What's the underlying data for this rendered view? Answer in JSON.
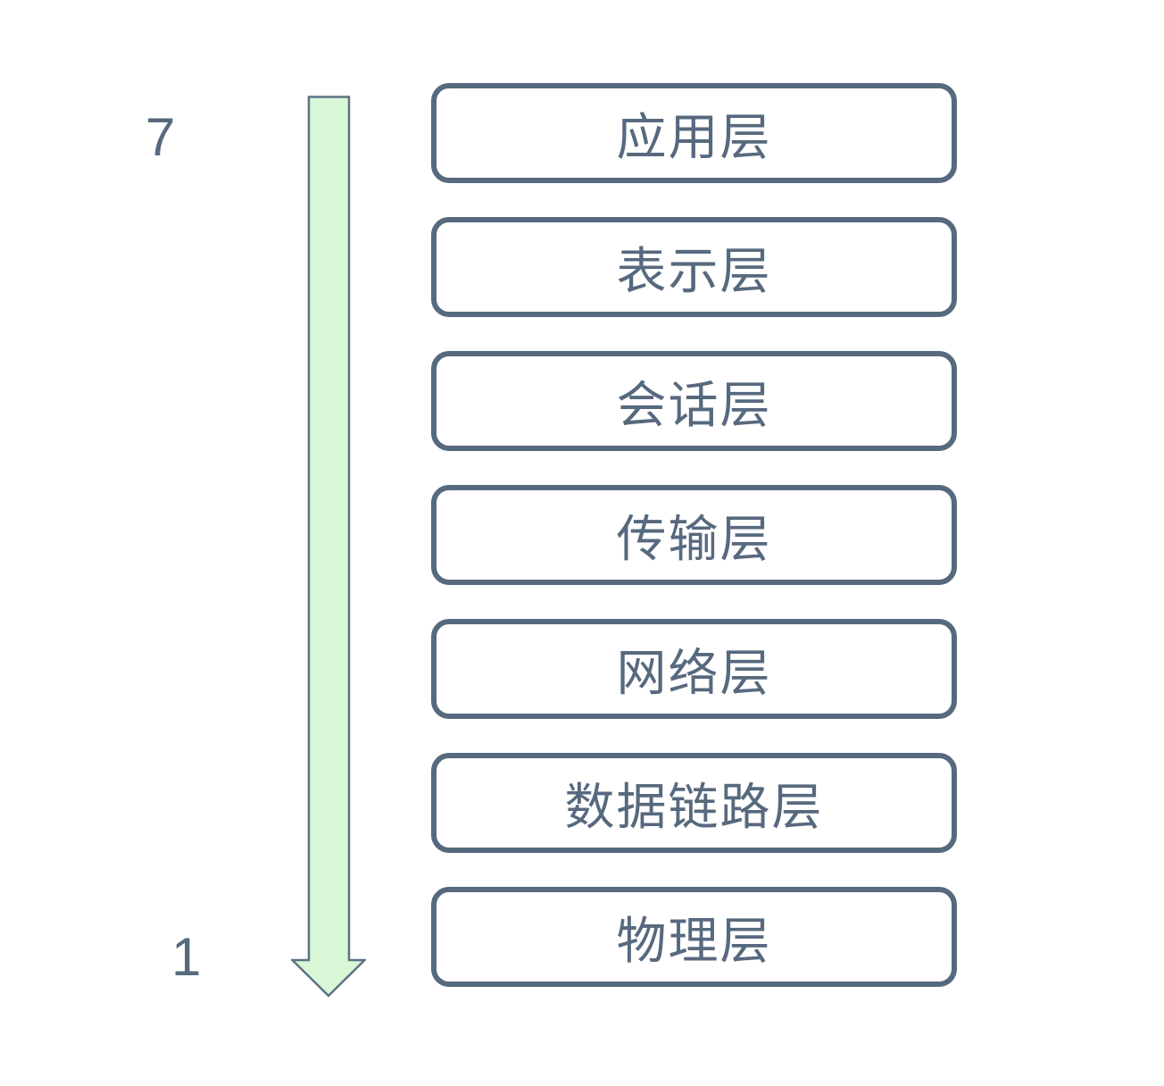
{
  "colors": {
    "background": "#ffffff",
    "box_border": "#57697e",
    "box_text": "#57697e",
    "number_text": "#57697e",
    "arrow_fill": "#d7f7d7",
    "arrow_stroke": "#5e7184"
  },
  "arrow": {
    "top_label": "7",
    "bottom_label": "1",
    "icon": "down-arrow-icon"
  },
  "layers": [
    {
      "label": "应用层"
    },
    {
      "label": "表示层"
    },
    {
      "label": "会话层"
    },
    {
      "label": "传输层"
    },
    {
      "label": "网络层"
    },
    {
      "label": "数据链路层"
    },
    {
      "label": "物理层"
    }
  ]
}
